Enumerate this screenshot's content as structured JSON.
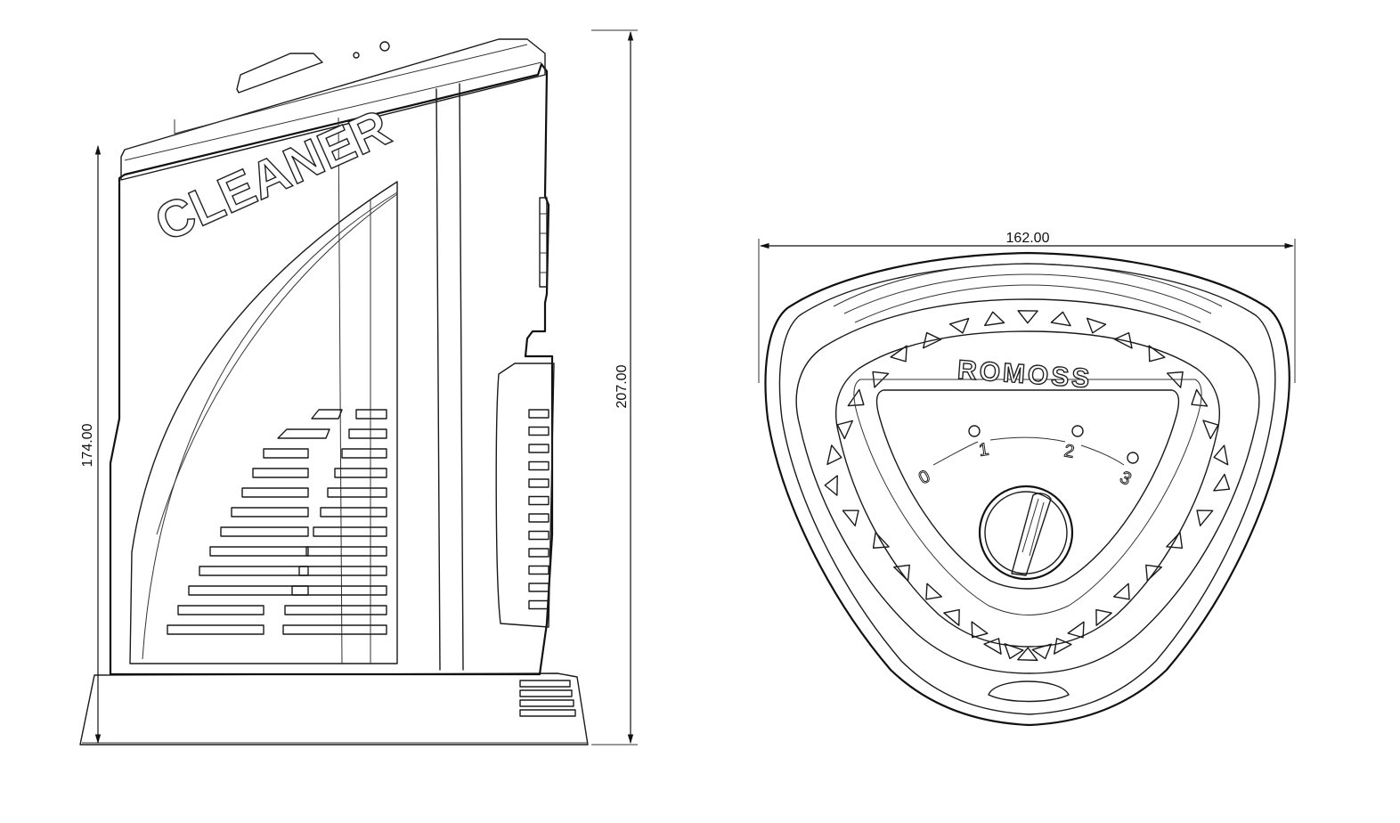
{
  "dimensions": {
    "side_height_body": "174.00",
    "side_height_total": "207.00",
    "front_width": "162.00"
  },
  "side_view": {
    "brand_text": "CLEANER"
  },
  "top_view": {
    "brand_text": "ROMOSS",
    "dial_labels": [
      "0",
      "1",
      "2",
      "3"
    ]
  },
  "colors": {
    "line": "#1a1a1a",
    "background": "#ffffff"
  }
}
